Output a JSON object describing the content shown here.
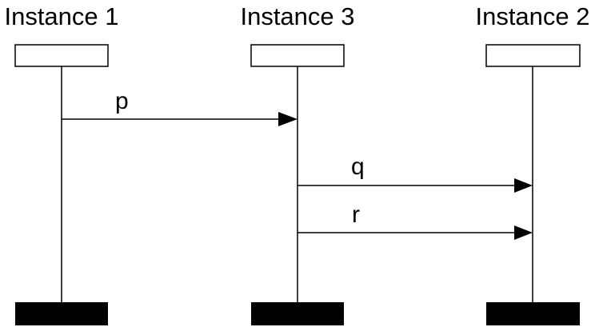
{
  "instances": [
    {
      "id": "instance-1",
      "label": "Instance 1"
    },
    {
      "id": "instance-3",
      "label": "Instance 3"
    },
    {
      "id": "instance-2",
      "label": "Instance 2"
    }
  ],
  "messages": [
    {
      "label": "p",
      "from": "Instance 1",
      "to": "Instance 3"
    },
    {
      "label": "q",
      "from": "Instance 3",
      "to": "Instance 2"
    },
    {
      "label": "r",
      "from": "Instance 3",
      "to": "Instance 2"
    }
  ],
  "colors": {
    "line": "#000000",
    "instance_head_fill": "#ffffff",
    "instance_end_fill": "#000000"
  }
}
